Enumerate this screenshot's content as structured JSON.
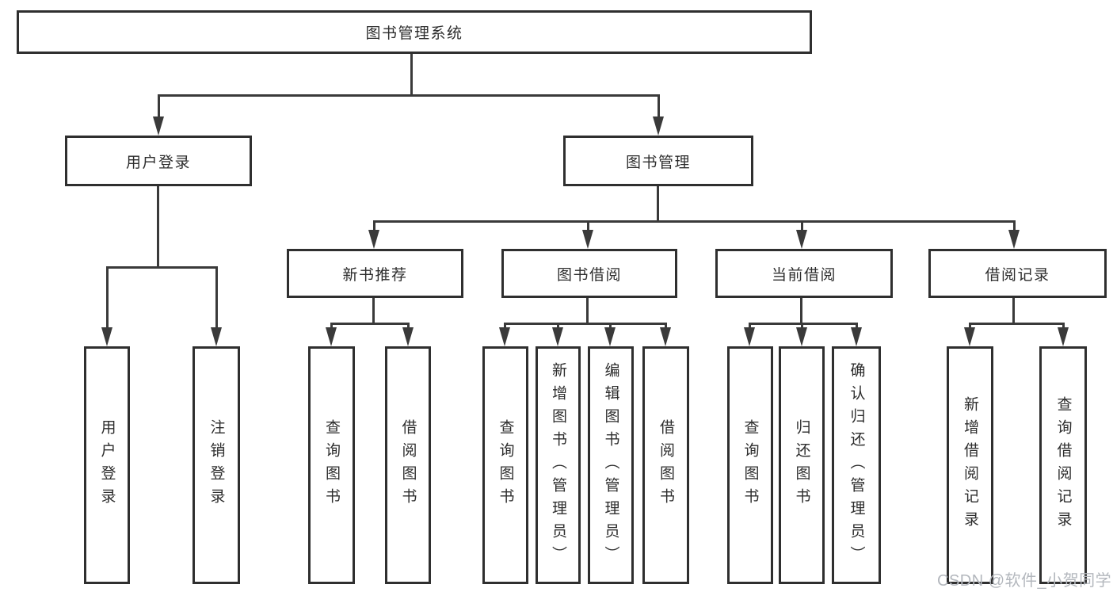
{
  "tree": {
    "label": "图书管理系统",
    "children": [
      {
        "label": "用户登录",
        "children": [
          {
            "label": "用户登录"
          },
          {
            "label": "注销登录"
          }
        ]
      },
      {
        "label": "图书管理",
        "children": [
          {
            "label": "新书推荐",
            "children": [
              {
                "label": "查询图书"
              },
              {
                "label": "借阅图书"
              }
            ]
          },
          {
            "label": "图书借阅",
            "children": [
              {
                "label": "查询图书"
              },
              {
                "label": "新增图书（管理员）"
              },
              {
                "label": "编辑图书（管理员）"
              },
              {
                "label": "借阅图书"
              }
            ]
          },
          {
            "label": "当前借阅",
            "children": [
              {
                "label": "查询图书"
              },
              {
                "label": "归还图书"
              },
              {
                "label": "确认归还（管理员）"
              }
            ]
          },
          {
            "label": "借阅记录",
            "children": [
              {
                "label": "新增借阅记录"
              },
              {
                "label": "查询借阅记录"
              }
            ]
          }
        ]
      }
    ]
  },
  "watermark": {
    "text": "CSDN @软件_小贺同学"
  },
  "colors": {
    "background": "#ffffff",
    "box_border": "#2f2f2f",
    "line": "#3a3a3a",
    "text": "#2d2d2d",
    "watermark_text": "#b3b7bd"
  }
}
